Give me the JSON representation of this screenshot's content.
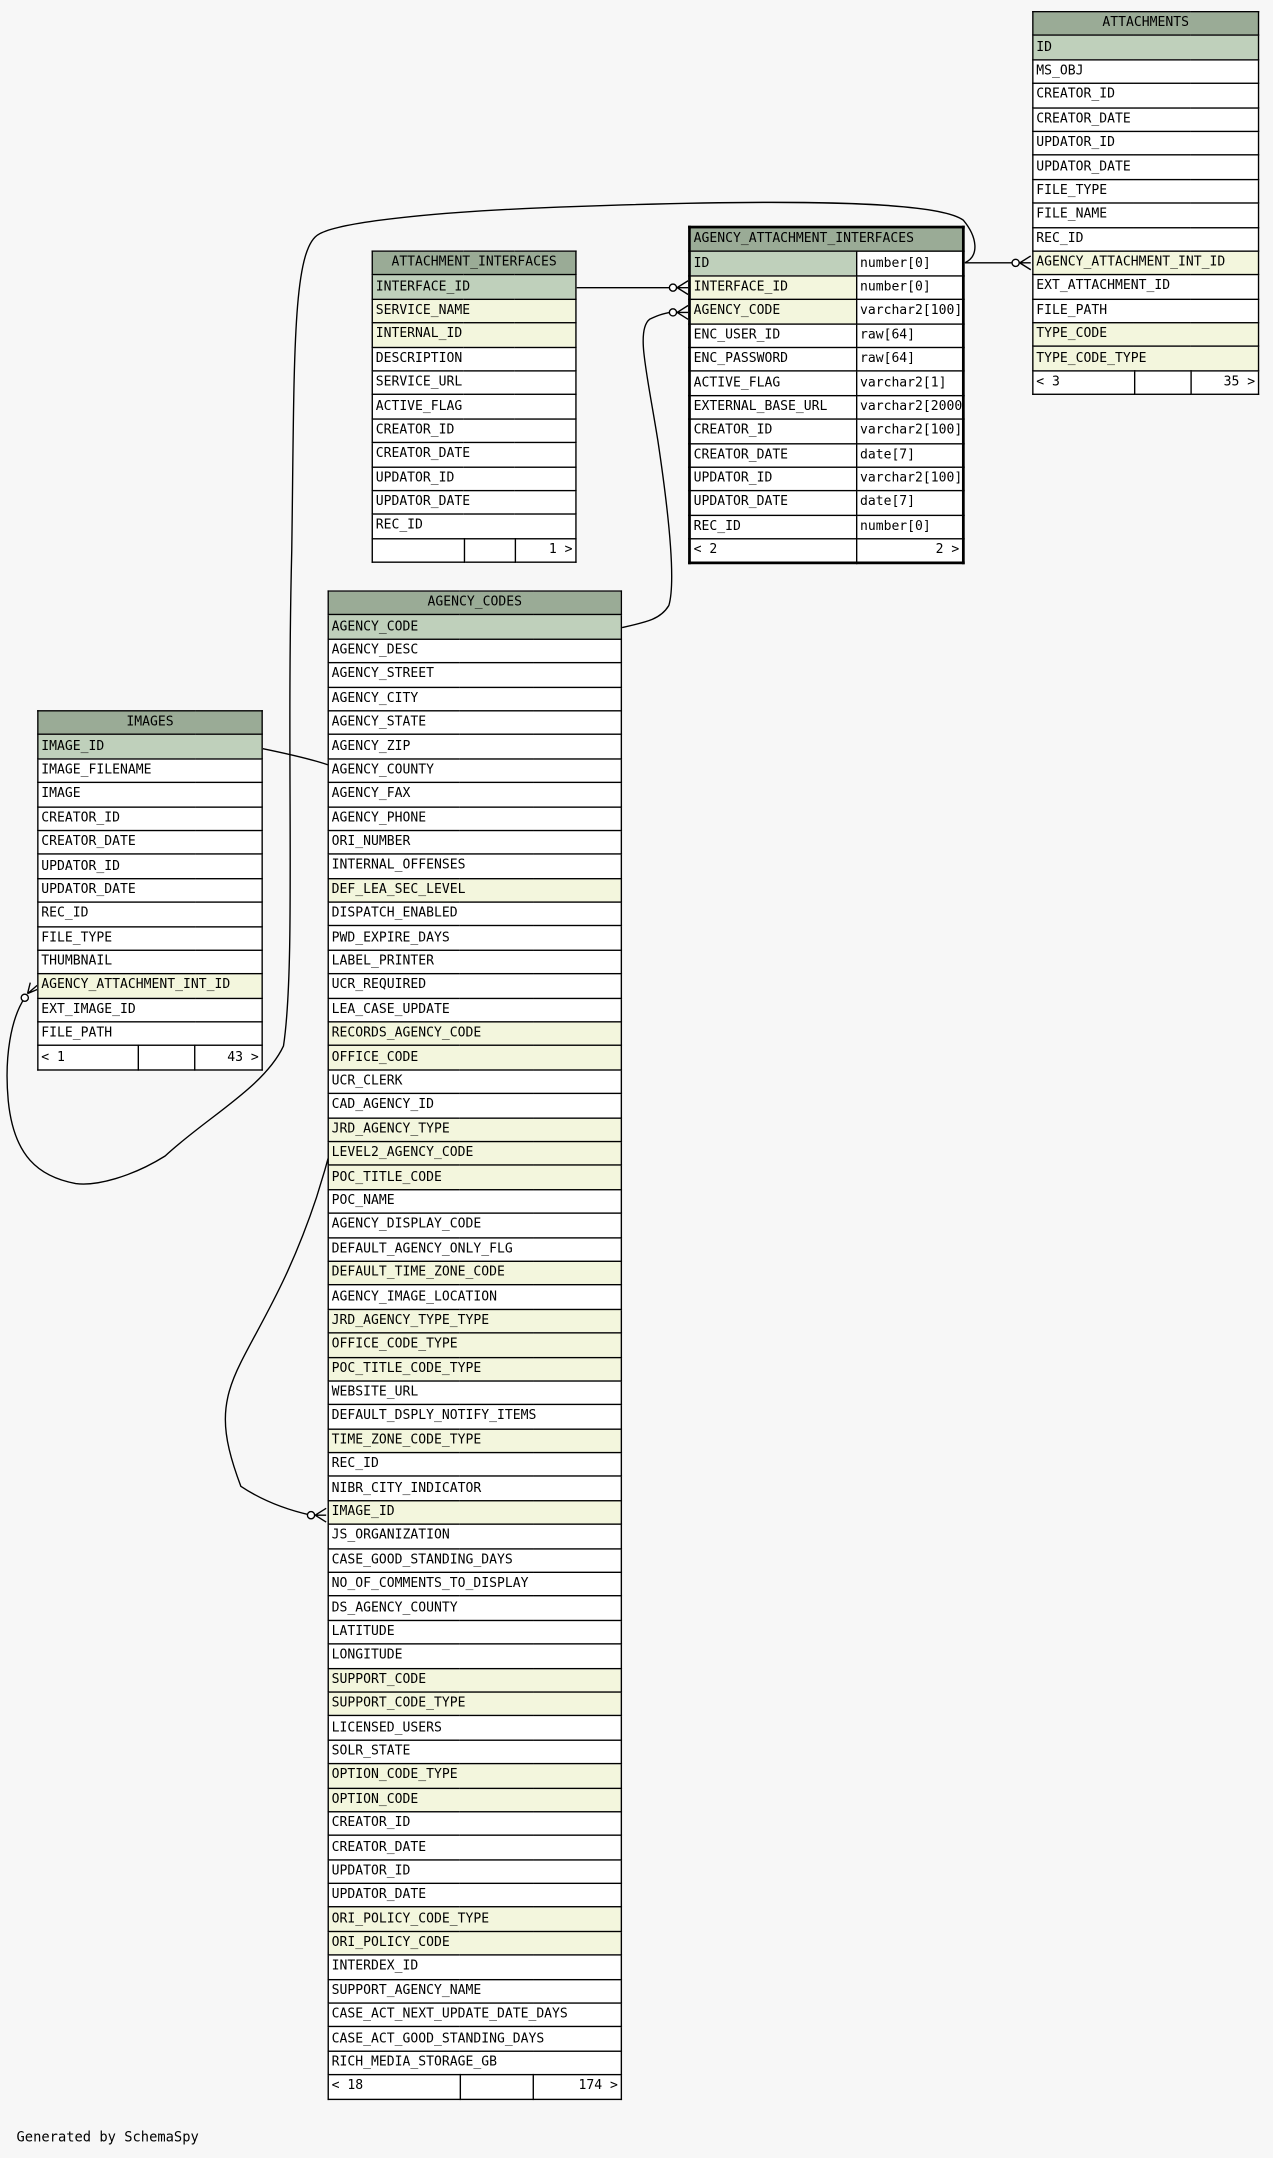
{
  "footer_text": "Generated by SchemaSpy",
  "tables": [
    {
      "key": "attachments",
      "name": "ATTACHMENTS",
      "focus": false,
      "columns": [
        {
          "name": "ID",
          "type": "",
          "kind": "pk"
        },
        {
          "name": "MS_OBJ",
          "type": "",
          "kind": ""
        },
        {
          "name": "CREATOR_ID",
          "type": "",
          "kind": ""
        },
        {
          "name": "CREATOR_DATE",
          "type": "",
          "kind": ""
        },
        {
          "name": "UPDATOR_ID",
          "type": "",
          "kind": ""
        },
        {
          "name": "UPDATOR_DATE",
          "type": "",
          "kind": ""
        },
        {
          "name": "FILE_TYPE",
          "type": "",
          "kind": ""
        },
        {
          "name": "FILE_NAME",
          "type": "",
          "kind": ""
        },
        {
          "name": "REC_ID",
          "type": "",
          "kind": ""
        },
        {
          "name": "AGENCY_ATTACHMENT_INT_ID",
          "type": "",
          "kind": "fk"
        },
        {
          "name": "EXT_ATTACHMENT_ID",
          "type": "",
          "kind": ""
        },
        {
          "name": "FILE_PATH",
          "type": "",
          "kind": ""
        },
        {
          "name": "TYPE_CODE",
          "type": "",
          "kind": "fk"
        },
        {
          "name": "TYPE_CODE_TYPE",
          "type": "",
          "kind": "fk"
        }
      ],
      "footer": {
        "left": "< 3",
        "right": "35 >"
      }
    },
    {
      "key": "attachment_interfaces",
      "name": "ATTACHMENT_INTERFACES",
      "focus": false,
      "columns": [
        {
          "name": "INTERFACE_ID",
          "type": "",
          "kind": "pk"
        },
        {
          "name": "SERVICE_NAME",
          "type": "",
          "kind": "fk"
        },
        {
          "name": "INTERNAL_ID",
          "type": "",
          "kind": "fk"
        },
        {
          "name": "DESCRIPTION",
          "type": "",
          "kind": ""
        },
        {
          "name": "SERVICE_URL",
          "type": "",
          "kind": ""
        },
        {
          "name": "ACTIVE_FLAG",
          "type": "",
          "kind": ""
        },
        {
          "name": "CREATOR_ID",
          "type": "",
          "kind": ""
        },
        {
          "name": "CREATOR_DATE",
          "type": "",
          "kind": ""
        },
        {
          "name": "UPDATOR_ID",
          "type": "",
          "kind": ""
        },
        {
          "name": "UPDATOR_DATE",
          "type": "",
          "kind": ""
        },
        {
          "name": "REC_ID",
          "type": "",
          "kind": ""
        }
      ],
      "footer": {
        "left": "",
        "right": "1 >"
      }
    },
    {
      "key": "agency_attachment_interfaces",
      "name": "AGENCY_ATTACHMENT_INTERFACES",
      "focus": true,
      "columns": [
        {
          "name": "ID",
          "type": "number[0]",
          "kind": "pk"
        },
        {
          "name": "INTERFACE_ID",
          "type": "number[0]",
          "kind": "fk"
        },
        {
          "name": "AGENCY_CODE",
          "type": "varchar2[100]",
          "kind": "fk"
        },
        {
          "name": "ENC_USER_ID",
          "type": "raw[64]",
          "kind": ""
        },
        {
          "name": "ENC_PASSWORD",
          "type": "raw[64]",
          "kind": ""
        },
        {
          "name": "ACTIVE_FLAG",
          "type": "varchar2[1]",
          "kind": ""
        },
        {
          "name": "EXTERNAL_BASE_URL",
          "type": "varchar2[2000]",
          "kind": ""
        },
        {
          "name": "CREATOR_ID",
          "type": "varchar2[100]",
          "kind": ""
        },
        {
          "name": "CREATOR_DATE",
          "type": "date[7]",
          "kind": ""
        },
        {
          "name": "UPDATOR_ID",
          "type": "varchar2[100]",
          "kind": ""
        },
        {
          "name": "UPDATOR_DATE",
          "type": "date[7]",
          "kind": ""
        },
        {
          "name": "REC_ID",
          "type": "number[0]",
          "kind": ""
        }
      ],
      "footer": {
        "left": "< 2",
        "right": "2 >"
      }
    },
    {
      "key": "agency_codes",
      "name": "AGENCY_CODES",
      "focus": false,
      "columns": [
        {
          "name": "AGENCY_CODE",
          "type": "",
          "kind": "pk"
        },
        {
          "name": "AGENCY_DESC",
          "type": "",
          "kind": ""
        },
        {
          "name": "AGENCY_STREET",
          "type": "",
          "kind": ""
        },
        {
          "name": "AGENCY_CITY",
          "type": "",
          "kind": ""
        },
        {
          "name": "AGENCY_STATE",
          "type": "",
          "kind": ""
        },
        {
          "name": "AGENCY_ZIP",
          "type": "",
          "kind": ""
        },
        {
          "name": "AGENCY_COUNTY",
          "type": "",
          "kind": ""
        },
        {
          "name": "AGENCY_FAX",
          "type": "",
          "kind": ""
        },
        {
          "name": "AGENCY_PHONE",
          "type": "",
          "kind": ""
        },
        {
          "name": "ORI_NUMBER",
          "type": "",
          "kind": ""
        },
        {
          "name": "INTERNAL_OFFENSES",
          "type": "",
          "kind": ""
        },
        {
          "name": "DEF_LEA_SEC_LEVEL",
          "type": "",
          "kind": "fk"
        },
        {
          "name": "DISPATCH_ENABLED",
          "type": "",
          "kind": ""
        },
        {
          "name": "PWD_EXPIRE_DAYS",
          "type": "",
          "kind": ""
        },
        {
          "name": "LABEL_PRINTER",
          "type": "",
          "kind": ""
        },
        {
          "name": "UCR_REQUIRED",
          "type": "",
          "kind": ""
        },
        {
          "name": "LEA_CASE_UPDATE",
          "type": "",
          "kind": ""
        },
        {
          "name": "RECORDS_AGENCY_CODE",
          "type": "",
          "kind": "fk"
        },
        {
          "name": "OFFICE_CODE",
          "type": "",
          "kind": "fk"
        },
        {
          "name": "UCR_CLERK",
          "type": "",
          "kind": ""
        },
        {
          "name": "CAD_AGENCY_ID",
          "type": "",
          "kind": ""
        },
        {
          "name": "JRD_AGENCY_TYPE",
          "type": "",
          "kind": "fk"
        },
        {
          "name": "LEVEL2_AGENCY_CODE",
          "type": "",
          "kind": "fk"
        },
        {
          "name": "POC_TITLE_CODE",
          "type": "",
          "kind": "fk"
        },
        {
          "name": "POC_NAME",
          "type": "",
          "kind": ""
        },
        {
          "name": "AGENCY_DISPLAY_CODE",
          "type": "",
          "kind": ""
        },
        {
          "name": "DEFAULT_AGENCY_ONLY_FLG",
          "type": "",
          "kind": ""
        },
        {
          "name": "DEFAULT_TIME_ZONE_CODE",
          "type": "",
          "kind": "fk"
        },
        {
          "name": "AGENCY_IMAGE_LOCATION",
          "type": "",
          "kind": ""
        },
        {
          "name": "JRD_AGENCY_TYPE_TYPE",
          "type": "",
          "kind": "fk"
        },
        {
          "name": "OFFICE_CODE_TYPE",
          "type": "",
          "kind": "fk"
        },
        {
          "name": "POC_TITLE_CODE_TYPE",
          "type": "",
          "kind": "fk"
        },
        {
          "name": "WEBSITE_URL",
          "type": "",
          "kind": ""
        },
        {
          "name": "DEFAULT_DSPLY_NOTIFY_ITEMS",
          "type": "",
          "kind": ""
        },
        {
          "name": "TIME_ZONE_CODE_TYPE",
          "type": "",
          "kind": "fk"
        },
        {
          "name": "REC_ID",
          "type": "",
          "kind": ""
        },
        {
          "name": "NIBR_CITY_INDICATOR",
          "type": "",
          "kind": ""
        },
        {
          "name": "IMAGE_ID",
          "type": "",
          "kind": "fk"
        },
        {
          "name": "JS_ORGANIZATION",
          "type": "",
          "kind": ""
        },
        {
          "name": "CASE_GOOD_STANDING_DAYS",
          "type": "",
          "kind": ""
        },
        {
          "name": "NO_OF_COMMENTS_TO_DISPLAY",
          "type": "",
          "kind": ""
        },
        {
          "name": "DS_AGENCY_COUNTY",
          "type": "",
          "kind": ""
        },
        {
          "name": "LATITUDE",
          "type": "",
          "kind": ""
        },
        {
          "name": "LONGITUDE",
          "type": "",
          "kind": ""
        },
        {
          "name": "SUPPORT_CODE",
          "type": "",
          "kind": "fk"
        },
        {
          "name": "SUPPORT_CODE_TYPE",
          "type": "",
          "kind": "fk"
        },
        {
          "name": "LICENSED_USERS",
          "type": "",
          "kind": ""
        },
        {
          "name": "SOLR_STATE",
          "type": "",
          "kind": ""
        },
        {
          "name": "OPTION_CODE_TYPE",
          "type": "",
          "kind": "fk"
        },
        {
          "name": "OPTION_CODE",
          "type": "",
          "kind": "fk"
        },
        {
          "name": "CREATOR_ID",
          "type": "",
          "kind": ""
        },
        {
          "name": "CREATOR_DATE",
          "type": "",
          "kind": ""
        },
        {
          "name": "UPDATOR_ID",
          "type": "",
          "kind": ""
        },
        {
          "name": "UPDATOR_DATE",
          "type": "",
          "kind": ""
        },
        {
          "name": "ORI_POLICY_CODE_TYPE",
          "type": "",
          "kind": "fk"
        },
        {
          "name": "ORI_POLICY_CODE",
          "type": "",
          "kind": "fk"
        },
        {
          "name": "INTERDEX_ID",
          "type": "",
          "kind": ""
        },
        {
          "name": "SUPPORT_AGENCY_NAME",
          "type": "",
          "kind": ""
        },
        {
          "name": "CASE_ACT_NEXT_UPDATE_DATE_DAYS",
          "type": "",
          "kind": ""
        },
        {
          "name": "CASE_ACT_GOOD_STANDING_DAYS",
          "type": "",
          "kind": ""
        },
        {
          "name": "RICH_MEDIA_STORAGE_GB",
          "type": "",
          "kind": ""
        }
      ],
      "footer": {
        "left": "< 18",
        "right": "174 >"
      }
    },
    {
      "key": "images",
      "name": "IMAGES",
      "focus": false,
      "columns": [
        {
          "name": "IMAGE_ID",
          "type": "",
          "kind": "pk"
        },
        {
          "name": "IMAGE_FILENAME",
          "type": "",
          "kind": ""
        },
        {
          "name": "IMAGE",
          "type": "",
          "kind": ""
        },
        {
          "name": "CREATOR_ID",
          "type": "",
          "kind": ""
        },
        {
          "name": "CREATOR_DATE",
          "type": "",
          "kind": ""
        },
        {
          "name": "UPDATOR_ID",
          "type": "",
          "kind": ""
        },
        {
          "name": "UPDATOR_DATE",
          "type": "",
          "kind": ""
        },
        {
          "name": "REC_ID",
          "type": "",
          "kind": ""
        },
        {
          "name": "FILE_TYPE",
          "type": "",
          "kind": ""
        },
        {
          "name": "THUMBNAIL",
          "type": "",
          "kind": ""
        },
        {
          "name": "AGENCY_ATTACHMENT_INT_ID",
          "type": "",
          "kind": "fk"
        },
        {
          "name": "EXT_IMAGE_ID",
          "type": "",
          "kind": ""
        },
        {
          "name": "FILE_PATH",
          "type": "",
          "kind": ""
        }
      ],
      "footer": {
        "left": "< 1",
        "right": "43 >"
      }
    }
  ]
}
